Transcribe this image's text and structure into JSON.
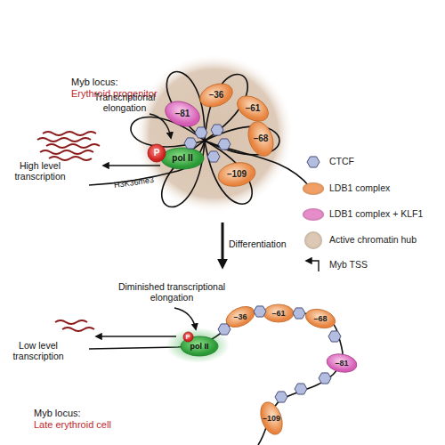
{
  "diagram": {
    "nodes": [
      {
        "text": [
          "–36"
        ]
      },
      {
        "text": [
          "–81"
        ]
      },
      {
        "text": [
          "–61"
        ]
      },
      {
        "text": [
          "–68"
        ]
      },
      {
        "text": [
          "P"
        ]
      },
      {
        "text": [
          "pol II"
        ]
      },
      {
        "text": [
          "–109"
        ]
      },
      {
        "text": [
          "–36"
        ]
      },
      {
        "text": [
          "–61"
        ]
      },
      {
        "text": [
          "–68"
        ]
      },
      {
        "text": [
          "–81"
        ]
      },
      {
        "text": [
          "P"
        ]
      },
      {
        "text": [
          "pol II"
        ]
      },
      {
        "text": [
          "–109"
        ]
      }
    ],
    "labels": [
      "Myb locus:",
      "Erythroid progenitor",
      "Transcriptional elongation",
      "High level transcription",
      "H3K36me3",
      "Differentiation",
      "Diminished transcriptional elongation",
      "Low level transcription",
      "Myb locus:",
      "Late erythroid cell"
    ],
    "legend": [
      {
        "text": "CTCF"
      },
      {
        "text": "LDB1 complex",
        "color": "#f0a066"
      },
      {
        "text": "LDB1 complex + KLF1",
        "color": "#e58cc9"
      },
      {
        "text": "Active chromatin hub",
        "color": "#dcc8b4"
      },
      {
        "text": "Myb TSS"
      }
    ]
  }
}
